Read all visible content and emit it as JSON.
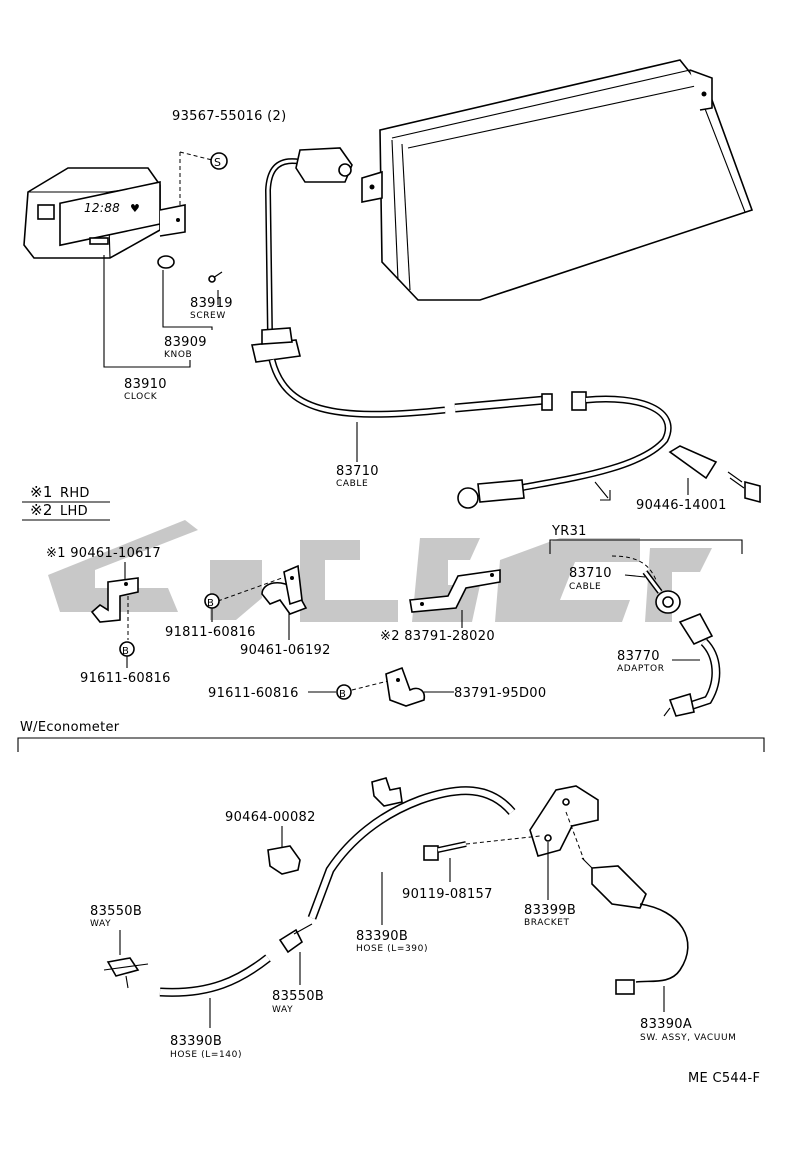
{
  "legend": {
    "rhd_mark": "※1",
    "rhd_label": "RHD",
    "lhd_mark": "※2",
    "lhd_label": "LHD"
  },
  "callouts": {
    "screw_bolt": "93567-55016 (2)",
    "clock_screw_no": "83919",
    "clock_screw_name": "SCREW",
    "knob_no": "83909",
    "knob_name": "KNOB",
    "clock_no": "83910",
    "clock_name": "CLOCK",
    "cable_no": "83710",
    "cable_name": "CABLE",
    "nut_no": "90446-14001",
    "rhd_clamp": "※1 90461-10617",
    "bolt_b_left": "91611-60816",
    "bolt_b_mid": "91811-60816",
    "clamp_mid": "90461-06192",
    "lhd_clamp": "※2 83791-28020",
    "bolt_b_lower": "91611-60816",
    "clamp_lower": "83791-95D00",
    "yr31_label": "YR31",
    "yr31_cable_no": "83710",
    "yr31_cable_name": "CABLE",
    "adaptor_no": "83770",
    "adaptor_name": "ADAPTOR"
  },
  "econometer": {
    "section_label": "W/Econometer",
    "clip_no": "90464-00082",
    "bolt_no": "90119-08157",
    "bracket_no": "83399B",
    "bracket_name": "BRACKET",
    "way_top_no": "83550B",
    "way_top_name": "WAY",
    "hose_long_no": "83390B",
    "hose_long_name": "HOSE (L=390)",
    "way_mid_no": "83550B",
    "way_mid_name": "WAY",
    "hose_short_no": "83390B",
    "hose_short_name": "HOSE (L=140)",
    "switch_no": "83390A",
    "switch_name": "SW. ASSY, VACUUM"
  },
  "clock_display": "12:88",
  "b_marker": "B",
  "s_marker": "S",
  "footer_code": "ME C544-F"
}
